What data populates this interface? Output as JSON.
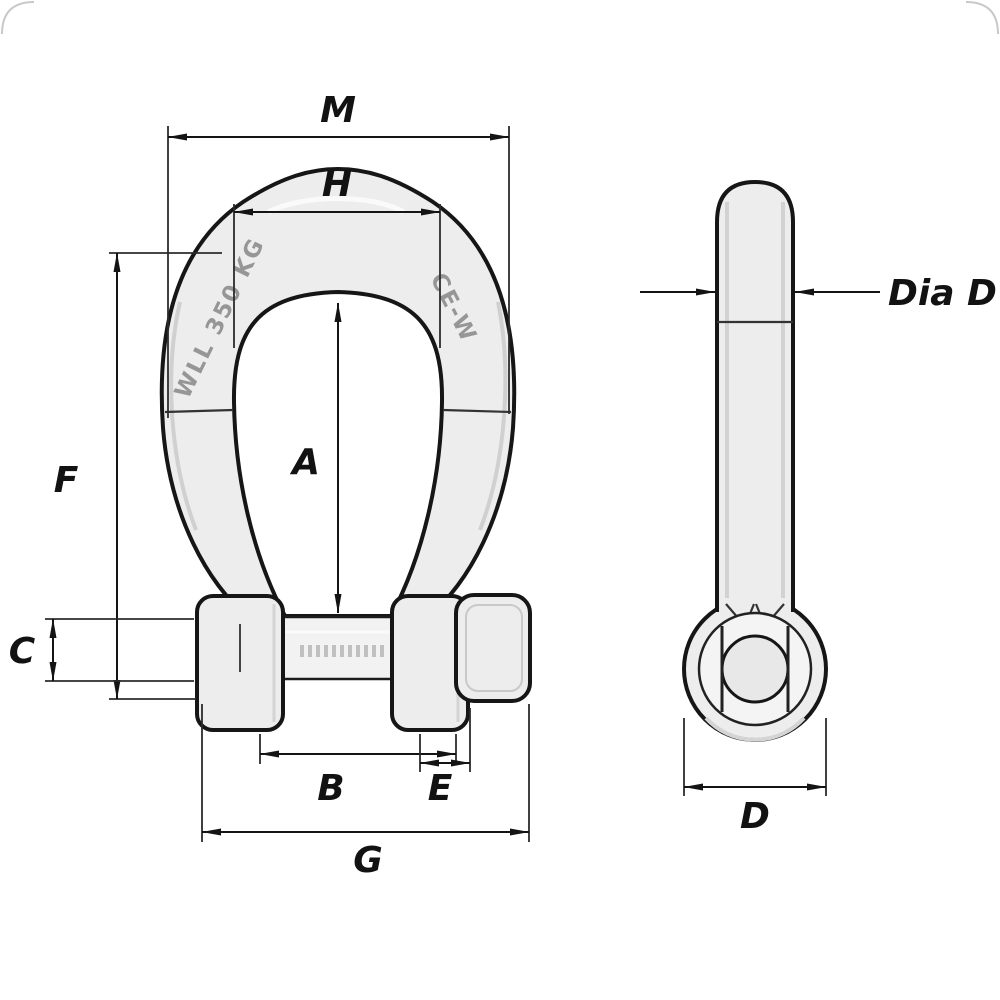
{
  "diagram": {
    "colors": {
      "line": "#141414",
      "metal_fill": "#ededed",
      "background": "#ffffff",
      "engraving": "#969696"
    },
    "dimension_labels": {
      "m": "M",
      "h": "H",
      "a": "A",
      "f": "F",
      "c": "C",
      "b": "B",
      "e": "E",
      "g": "G",
      "d": "D",
      "dia_d": "Dia D"
    },
    "engravings": {
      "left_arm": "WLL 350 KG",
      "right_arm": "CE-W"
    }
  }
}
